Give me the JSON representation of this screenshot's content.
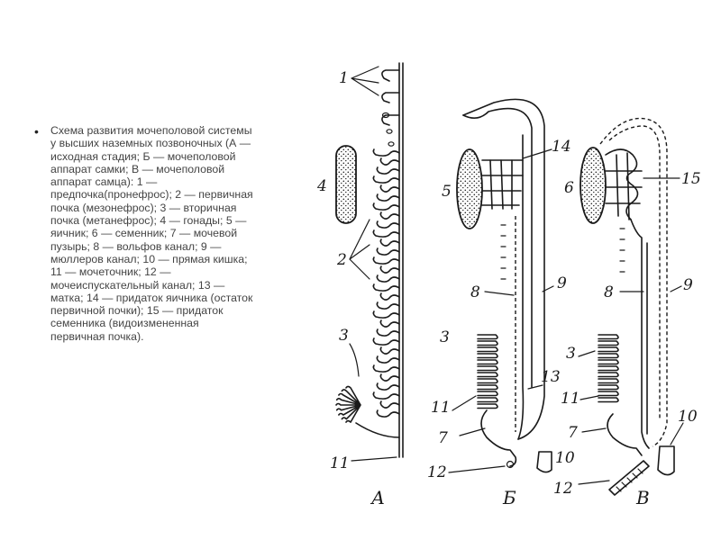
{
  "caption": {
    "bullet": "•",
    "text": "Схема развития мочеполовой системы у высших наземных позвоночных (А — исходная стадия; Б — мочеполовой аппарат самки; В — мочеполовой аппарат самца): 1 — предпочка(пронефрос); 2 — первичная почка (мезонефрос); 3 — вторичная почка (метанефрос); 4 — гонады; 5 — яичник; 6 — семенник; 7 — мочевой пузырь; 8 — вольфов канал; 9 — мюллеров канал; 10 — прямая кишка; 11 — мочеточник; 12 — мочеиспускательный канал; 13 — матка; 14 — придаток яичника (остаток первичной почки); 15 — придаток семенника (видоизмененная первичная почка)."
  },
  "panels": {
    "a": "А",
    "b": "Б",
    "c": "В"
  },
  "labels": {
    "a1": "1",
    "a2": "2",
    "a3": "3",
    "a4": "4",
    "a11": "11",
    "b5": "5",
    "b14": "14",
    "b8": "8",
    "b9": "9",
    "b3": "3",
    "b13": "13",
    "b11": "11",
    "b7": "7",
    "b12": "12",
    "b10": "10",
    "c6": "6",
    "c15": "15",
    "c8": "8",
    "c9": "9",
    "c3": "3",
    "c11": "11",
    "c7": "7",
    "c12": "12",
    "c10": "10"
  }
}
